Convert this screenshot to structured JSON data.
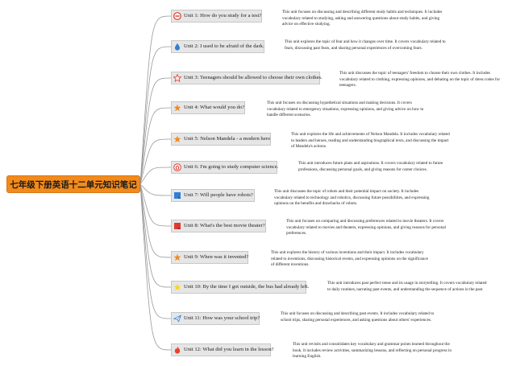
{
  "root": {
    "title": "七年级下册英语十二单元知识笔记"
  },
  "units": [
    {
      "icon": "no-entry-icon",
      "label": "Unit 1: How do you study for a test?",
      "description": "This unit focuses on discussing and describing different study habits and techniques. It includes vocabulary related to studying, asking and answering questions about study habits, and giving advice on effective studying."
    },
    {
      "icon": "water-drop-icon",
      "label": "Unit 2: I used to be afraid of the dark.",
      "description": "This unit explores the topic of fear and how it changes over time. It covers vocabulary related to fears, discussing past fears, and sharing personal experiences of overcoming fears."
    },
    {
      "icon": "star-outline-icon",
      "label": "Unit 3: Teenagers should be allowed to choose their own clothes.",
      "description": "This unit discusses the topic of teenagers' freedom to choose their own clothes. It includes vocabulary related to clothing, expressing opinions, and debating on the topic of dress codes for teenagers."
    },
    {
      "icon": "star-icon",
      "label": "Unit 4: What would you do?",
      "description": "This unit focuses on discussing hypothetical situations and making decisions. It covers vocabulary related to emergency situations, expressing opinions, and giving advice on how to handle different scenarios."
    },
    {
      "icon": "star-icon",
      "label": "Unit 5: Nelson Mandela - a modern hero",
      "description": "This unit explores the life and achievements of Nelson Mandela. It includes vocabulary related to leaders and heroes, reading and understanding biographical texts, and discussing the impact of Mandela's actions."
    },
    {
      "icon": "home-icon",
      "label": "Unit 6: I'm going to study computer science.",
      "description": "This unit introduces future plans and aspirations. It covers vocabulary related to future professions, discussing personal goals, and giving reasons for career choices."
    },
    {
      "icon": "blue-flag-icon",
      "label": "Unit 7: Will people have robots?",
      "description": "This unit discusses the topic of robots and their potential impact on society. It includes vocabulary related to technology and robotics, discussing future possibilities, and expressing opinions on the benefits and drawbacks of robots."
    },
    {
      "icon": "red-flag-icon",
      "label": "Unit 8: What's the best movie theater?",
      "description": "This unit focuses on comparing and discussing preferences related to movie theaters. It covers vocabulary related to movies and theaters, expressing opinions, and giving reasons for personal preferences."
    },
    {
      "icon": "star-icon",
      "label": "Unit 9: When was it invented?",
      "description": "This unit explores the history of various inventions and their impact. It includes vocabulary related to inventions, discussing historical events, and expressing opinions on the significance of different inventions."
    },
    {
      "icon": "yellow-star-icon",
      "label": "Unit 10: By the time I got outside, the bus had already left.",
      "description": "This unit introduces past perfect tense and its usage in storytelling. It covers vocabulary related to daily routines, narrating past events, and understanding the sequence of actions in the past."
    },
    {
      "icon": "paper-plane-icon",
      "label": "Unit 11: How was your school trip?",
      "description": "This unit focuses on discussing and describing past events. It includes vocabulary related to school trips, sharing personal experiences, and asking questions about others' experiences."
    },
    {
      "icon": "flame-icon",
      "label": "Unit 12: What did you learn in the lesson?",
      "description": "This unit revisits and consolidates key vocabulary and grammar points learned throughout the book. It includes review activities, summarizing lessons, and reflecting on personal progress in learning English."
    }
  ]
}
